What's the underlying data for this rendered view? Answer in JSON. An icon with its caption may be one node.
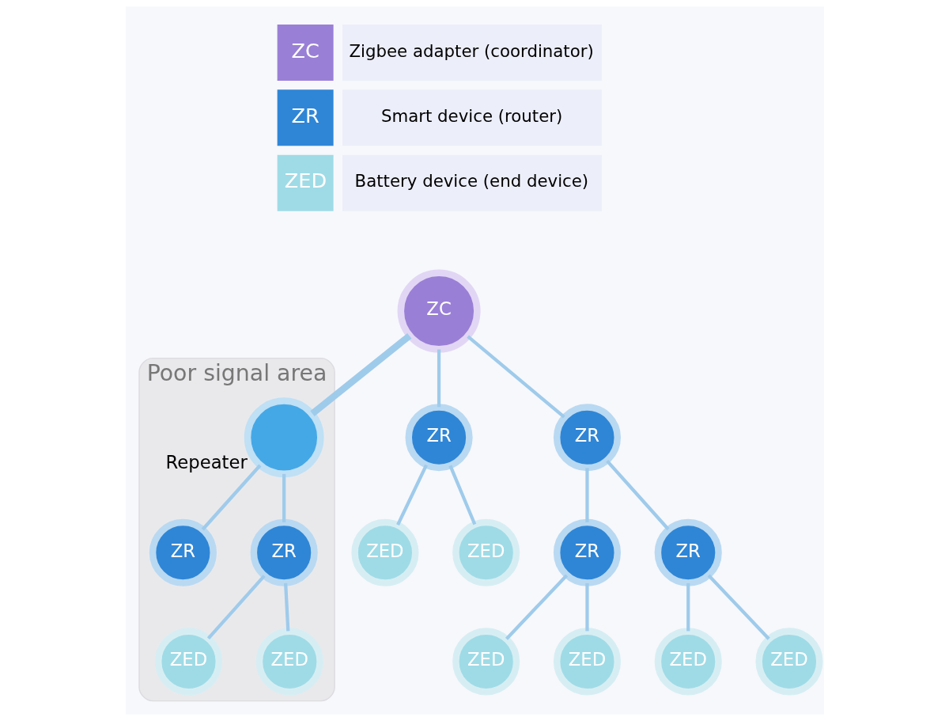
{
  "diagram": {
    "nodes": [
      {
        "text": [
          "Poor signal area"
        ]
      },
      {
        "text": [
          "ZR"
        ],
        "in": 0
      },
      {
        "text": [
          "ZR"
        ],
        "in": 0
      },
      {
        "text": [
          "ZED"
        ],
        "in": 0
      },
      {
        "text": [],
        "shape": "circle",
        "beside": [
          "Repeater"
        ],
        "in": 0
      },
      {
        "text": [
          "ZED"
        ],
        "in": 0
      },
      {
        "text": [
          "ZC"
        ]
      },
      {
        "text": [
          "ZED"
        ]
      },
      {
        "text": [
          "ZR"
        ]
      },
      {
        "text": [
          "ZR"
        ]
      },
      {
        "text": [
          "ZED"
        ]
      },
      {
        "text": [
          "ZR"
        ]
      },
      {
        "text": [
          "ZR"
        ]
      },
      {
        "text": [
          "ZED"
        ]
      },
      {
        "text": [
          "ZED"
        ]
      },
      {
        "text": [
          "ZED"
        ]
      },
      {
        "text": [
          "ZED"
        ]
      }
    ],
    "edges": [
      {
        "from": 4,
        "to": 1,
        "arrow": "none"
      },
      {
        "from": 4,
        "to": 2,
        "arrow": "none"
      },
      {
        "from": 2,
        "to": 3,
        "arrow": "none"
      },
      {
        "from": 2,
        "to": 5,
        "arrow": "none"
      },
      {
        "from": 6,
        "to": 4,
        "arrow": "none",
        "style": "thick"
      },
      {
        "from": 6,
        "to": 8,
        "arrow": "none"
      },
      {
        "from": 8,
        "to": 7,
        "arrow": "none"
      },
      {
        "from": 8,
        "to": 10,
        "arrow": "none"
      },
      {
        "from": 6,
        "to": 9,
        "arrow": "none"
      },
      {
        "from": 9,
        "to": 12,
        "arrow": "none"
      },
      {
        "from": 9,
        "to": 11,
        "arrow": "none"
      },
      {
        "from": 11,
        "to": 13,
        "arrow": "none"
      },
      {
        "from": 12,
        "to": 14,
        "arrow": "none"
      },
      {
        "from": 12,
        "to": 15,
        "arrow": "none"
      },
      {
        "from": 11,
        "to": 16,
        "arrow": "none"
      }
    ],
    "labels": [
      "ZC",
      "ZR",
      "ZED"
    ],
    "legend": [
      {
        "text": "Zigbee adapter (coordinator)",
        "color": "#9a7fd6"
      },
      {
        "text": "Smart device (router)",
        "color": "#2f86d6"
      },
      {
        "text": "Battery device (end device)",
        "color": "#9fdbe6"
      }
    ]
  }
}
